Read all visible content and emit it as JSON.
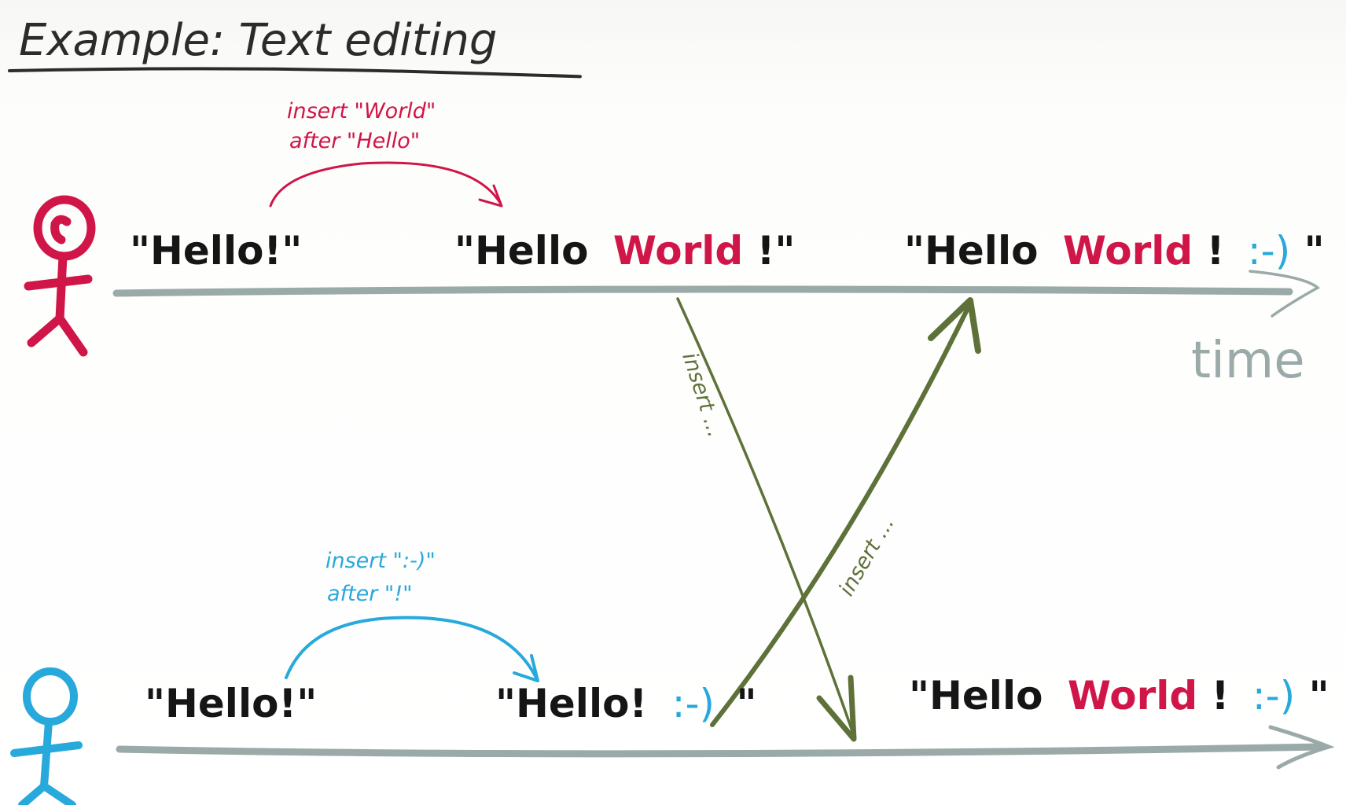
{
  "title": "Example: Text editing",
  "axis_label": "time",
  "colors": {
    "ink": "#151515",
    "red": "#d01548",
    "blue": "#27a9dc",
    "green": "#5e7138",
    "timeline": "#9aaaa8"
  },
  "icons": {
    "top_user": "stick-figure-icon",
    "bottom_user": "stick-figure-icon"
  },
  "top_row": {
    "state1": "\"Hello!\"",
    "state2_prefix": "\"Hello",
    "state2_world": "World",
    "state2_suffix": "!\"",
    "state3_prefix": "\"Hello",
    "state3_world": "World",
    "state3_bang": "!",
    "state3_smiley": ":-)",
    "state3_end": "\"",
    "note_line1": "insert \"World\"",
    "note_line2": "after \"Hello\""
  },
  "bottom_row": {
    "state1": "\"Hello!\"",
    "state2_prefix": "\"Hello!",
    "state2_smiley": ":-)",
    "state2_end": "\"",
    "state3_prefix": "\"Hello",
    "state3_world": "World",
    "state3_bang": "!",
    "state3_smiley": ":-)",
    "state3_end": "\"",
    "note_line1": "insert \":-)\"",
    "note_line2": "after \"!\""
  },
  "sync": {
    "down_label": "insert ...",
    "up_label": "insert ..."
  }
}
